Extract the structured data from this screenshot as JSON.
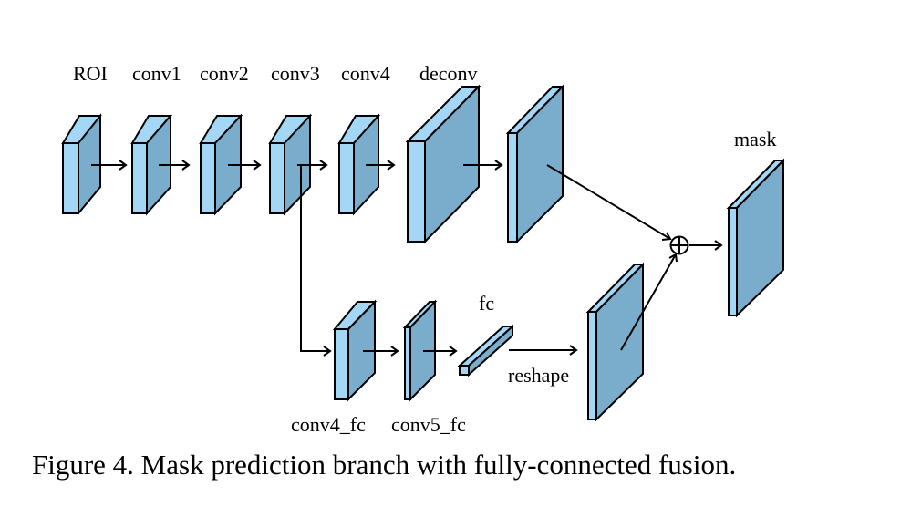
{
  "labels": {
    "roi": "ROI",
    "conv1": "conv1",
    "conv2": "conv2",
    "conv3": "conv3",
    "conv4": "conv4",
    "deconv": "deconv",
    "mask": "mask",
    "fc": "fc",
    "reshape": "reshape",
    "conv4_fc": "conv4_fc",
    "conv5_fc": "conv5_fc"
  },
  "caption": "Figure 4. Mask prediction branch with fully-connected fusion."
}
